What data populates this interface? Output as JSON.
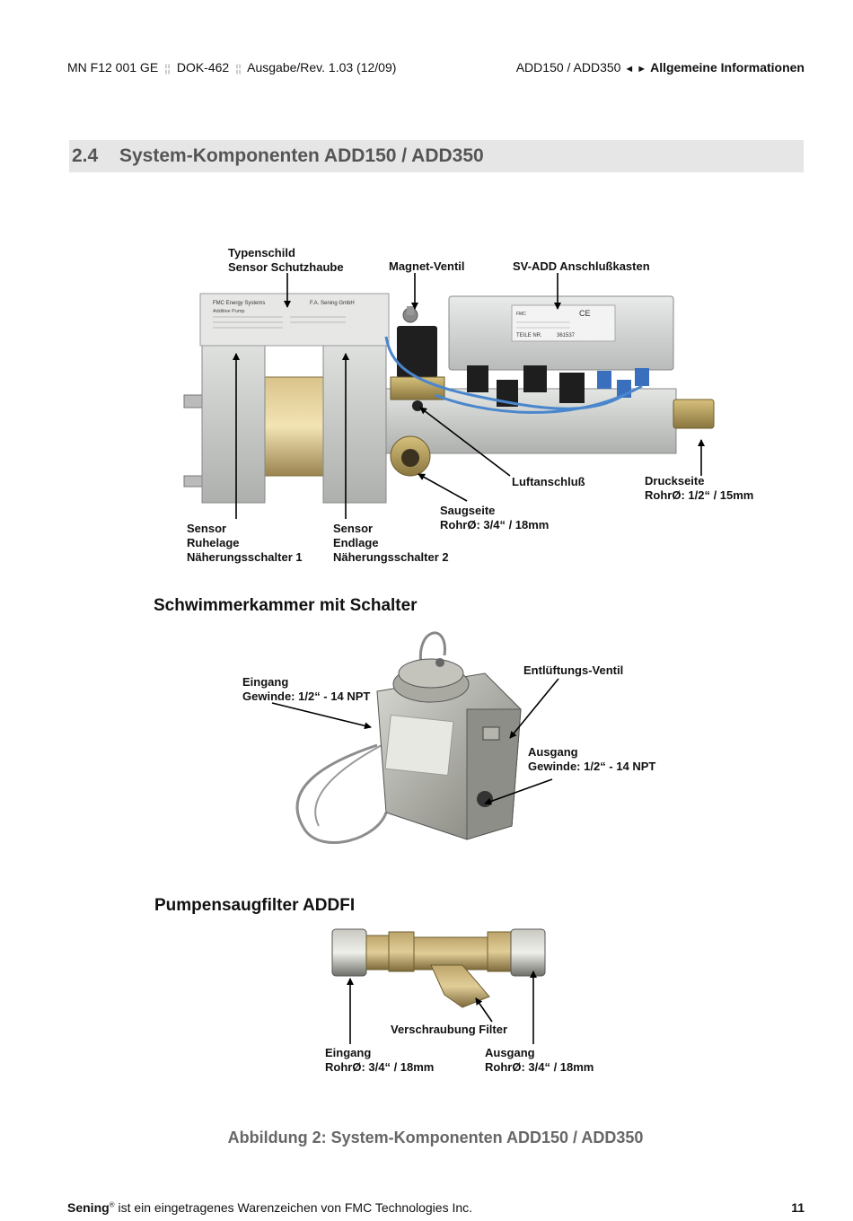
{
  "header": {
    "left_parts": [
      "MN F12 001 GE",
      "DOK-462",
      "Ausgabe/Rev. 1.03 (12/09)"
    ],
    "right_product": "ADD150 / ADD350",
    "right_arrows": "◄ ►",
    "right_section": "Allgemeine Informationen"
  },
  "section": {
    "number": "2.4",
    "title": "System-Komponenten ADD150 / ADD350"
  },
  "figure1": {
    "labels": {
      "typenschild_1": "Typenschild",
      "typenschild_2": "Sensor Schutzhaube",
      "magnet": "Magnet-Ventil",
      "svadd": "SV-ADD Anschlußkasten",
      "luft": "Luftanschluß",
      "druck_1": "Druckseite",
      "druck_2": "RohrØ: 1/2“ / 15mm",
      "saug_1": "Saugseite",
      "saug_2": "RohrØ: 3/4“ / 18mm",
      "sensor1_1": "Sensor",
      "sensor1_2": "Ruhelage",
      "sensor1_3": "Näherungsschalter 1",
      "sensor2_1": "Sensor",
      "sensor2_2": "Endlage",
      "sensor2_3": "Näherungsschalter 2"
    },
    "plate_text": {
      "brand": "FMC Energy Systems",
      "maker": "F.A. Sening GmbH",
      "product": "Additive Pump",
      "teile": "TEILE NR.",
      "teile_nr": "361537",
      "ce": "CE"
    }
  },
  "figure2": {
    "heading": "Schwimmerkammer mit Schalter",
    "labels": {
      "eingang_1": "Eingang",
      "eingang_2": "Gewinde: 1/2“ - 14 NPT",
      "entl": "Entlüftungs-Ventil",
      "ausgang_1": "Ausgang",
      "ausgang_2": "Gewinde: 1/2“ - 14 NPT"
    }
  },
  "figure3": {
    "heading": "Pumpensaugfilter ADDFI",
    "labels": {
      "verschraubung": "Verschraubung Filter",
      "eingang_1": "Eingang",
      "eingang_2": "RohrØ: 3/4“ / 18mm",
      "ausgang_1": "Ausgang",
      "ausgang_2": "RohrØ: 3/4“ / 18mm"
    }
  },
  "figure_caption": "Abbildung 2: System-Komponenten ADD150 / ADD350",
  "footer": {
    "brand": "Sening",
    "reg": "®",
    "text": " ist ein eingetragenes Warenzeichen von FMC Technologies Inc.",
    "page": "11"
  }
}
